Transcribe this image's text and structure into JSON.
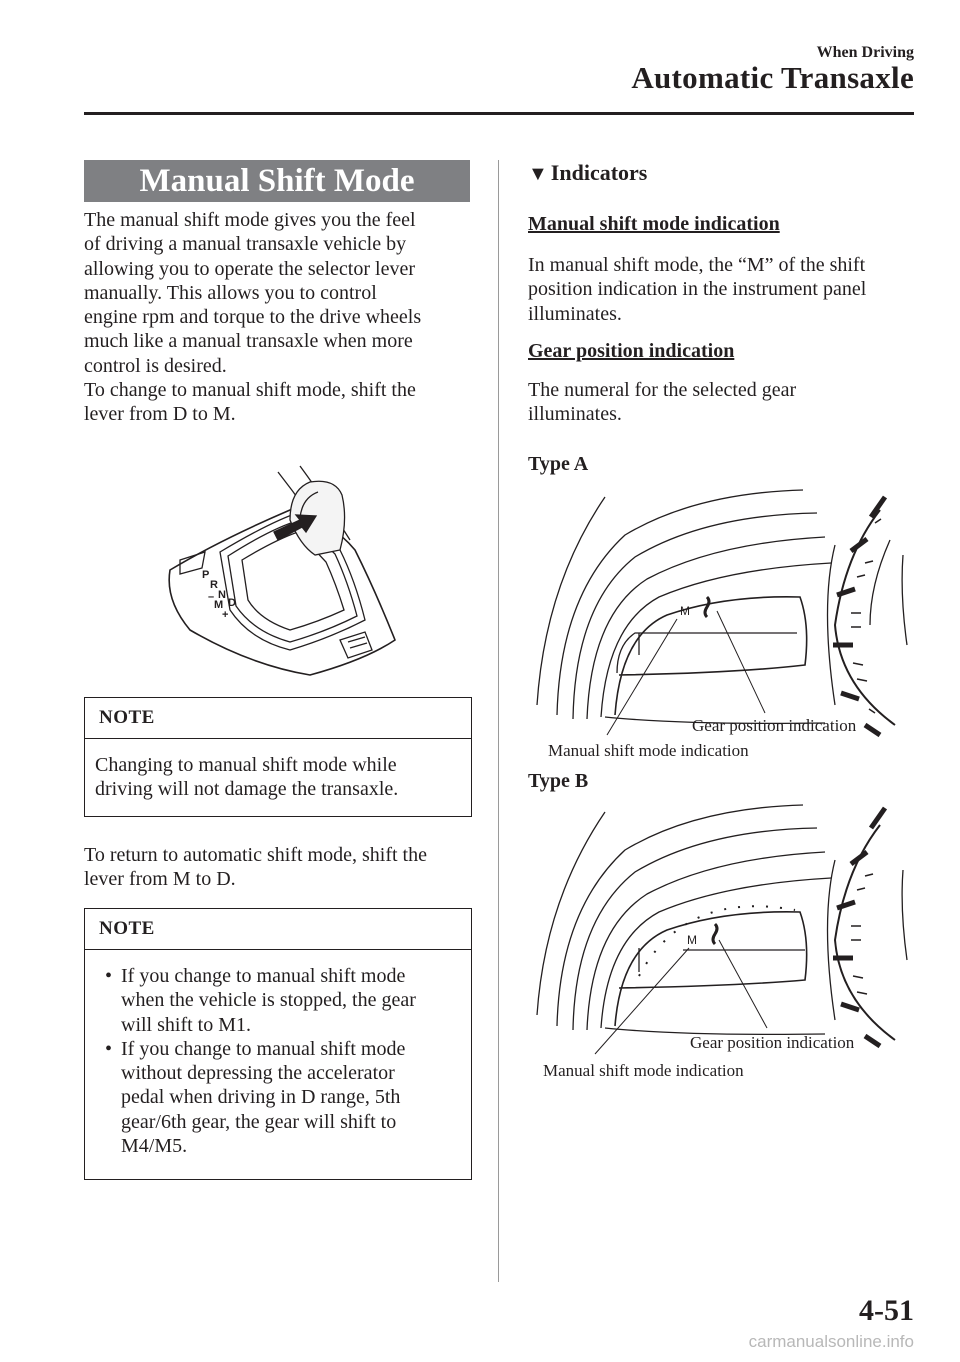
{
  "header": {
    "section": "When Driving",
    "title": "Automatic Transaxle"
  },
  "left": {
    "heading": "Manual Shift Mode",
    "intro": [
      "The manual shift mode gives you the feel",
      "of driving a manual transaxle vehicle by",
      "allowing you to operate the selector lever",
      "manually. This allows you to control",
      "engine rpm and torque to the drive wheels",
      "much like a manual transaxle when more",
      "control is desired.",
      "To change to manual shift mode, shift the",
      "lever from D to M."
    ],
    "lever_labels": [
      "P",
      "R",
      "N",
      "M",
      "D",
      "–",
      "+"
    ],
    "note1": {
      "label": "NOTE",
      "lines": [
        "Changing to manual shift mode while",
        "driving will not damage the transaxle."
      ]
    },
    "return_text": [
      "To return to automatic shift mode, shift the",
      "lever from M to D."
    ],
    "note2": {
      "label": "NOTE",
      "bullet": "•",
      "items": [
        [
          "If you change to manual shift mode",
          "when the vehicle is stopped, the gear",
          "will shift to M1."
        ],
        [
          "If you change to manual shift mode",
          "without depressing the accelerator",
          "pedal when driving in D range, 5th",
          "gear/6th gear, the gear will shift to",
          "M4/M5."
        ]
      ]
    }
  },
  "right": {
    "heading": "Indicators",
    "sub1": {
      "title": "Manual shift mode indication",
      "lines": [
        "In manual shift mode, the “M” of the shift",
        "position indication in the instrument panel",
        "illuminates."
      ]
    },
    "sub2": {
      "title": "Gear position indication",
      "lines": [
        "The numeral for the selected gear",
        "illuminates."
      ]
    },
    "typeA": {
      "label": "Type A",
      "m_glyph": "M",
      "gear_callout": "Gear position indication",
      "manual_callout": "Manual shift mode indication"
    },
    "typeB": {
      "label": "Type B",
      "m_glyph": "M",
      "gear_callout": "Gear position indication",
      "manual_callout": "Manual shift mode indication"
    }
  },
  "footer": {
    "page_number": "4-51",
    "watermark": "carmanualsonline.info"
  }
}
